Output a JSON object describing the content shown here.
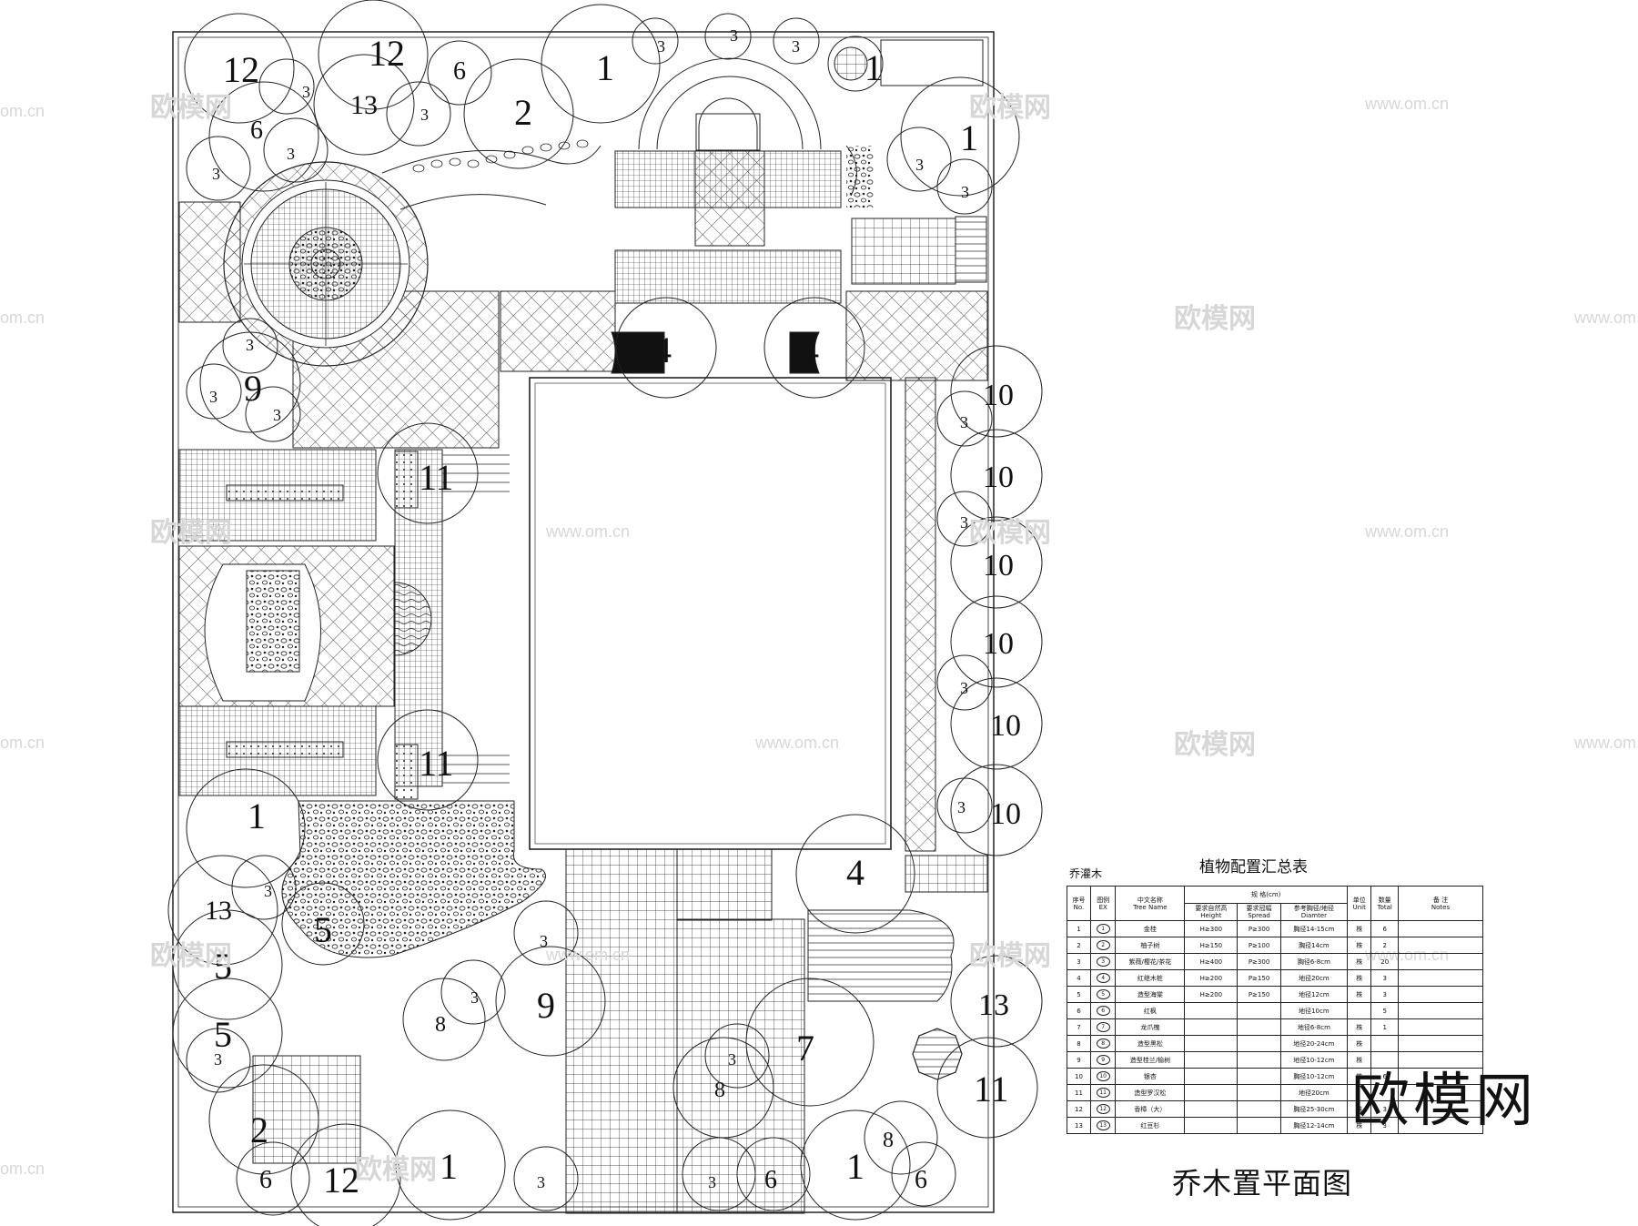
{
  "title_block": {
    "caption": "乔木置平面图",
    "schedule_title": "植物配置汇总表",
    "schedule_category": "乔灌木"
  },
  "schedule": {
    "headers": {
      "no": [
        "序号",
        "No."
      ],
      "ex": [
        "图例",
        "EX"
      ],
      "name": [
        "中文名称",
        "Tree Name"
      ],
      "spec_group": "规    格(cm)",
      "height": [
        "要求自然高",
        "Height"
      ],
      "spread": [
        "要求冠幅",
        "Spread"
      ],
      "diameter": [
        "参考胸径/地径",
        "Diamter"
      ],
      "unit": [
        "单位",
        "Unit"
      ],
      "total": [
        "数量",
        "Total"
      ],
      "notes": [
        "备 注",
        "Notes"
      ]
    },
    "rows": [
      {
        "no": "1",
        "ex": "1",
        "name": "金桂",
        "height": "H≥300",
        "spread": "P≥300",
        "diameter": "胸径14-15cm",
        "unit": "株",
        "total": "6",
        "notes": ""
      },
      {
        "no": "2",
        "ex": "2",
        "name": "柚子树",
        "height": "H≥150",
        "spread": "P≥100",
        "diameter": "胸径14cm",
        "unit": "株",
        "total": "2",
        "notes": ""
      },
      {
        "no": "3",
        "ex": "3",
        "name": "紫薇/樱花/茶花",
        "height": "H≥400",
        "spread": "P≥300",
        "diameter": "胸径6-8cm",
        "unit": "株",
        "total": "20",
        "notes": ""
      },
      {
        "no": "4",
        "ex": "4",
        "name": "红继木桩",
        "height": "H≥200",
        "spread": "P≥150",
        "diameter": "地径20cm",
        "unit": "株",
        "total": "3",
        "notes": ""
      },
      {
        "no": "5",
        "ex": "5",
        "name": "造型海棠",
        "height": "H≥200",
        "spread": "P≥150",
        "diameter": "地径12cm",
        "unit": "株",
        "total": "3",
        "notes": ""
      },
      {
        "no": "6",
        "ex": "6",
        "name": "红枫",
        "height": "",
        "spread": "",
        "diameter": "地径10cm",
        "unit": "",
        "total": "5",
        "notes": ""
      },
      {
        "no": "7",
        "ex": "7",
        "name": "龙爪槐",
        "height": "",
        "spread": "",
        "diameter": "地径6-8cm",
        "unit": "株",
        "total": "1",
        "notes": ""
      },
      {
        "no": "8",
        "ex": "8",
        "name": "造型黑松",
        "height": "",
        "spread": "",
        "diameter": "地径20-24cm",
        "unit": "株",
        "total": "",
        "notes": ""
      },
      {
        "no": "9",
        "ex": "9",
        "name": "造型桂兰/榆树",
        "height": "",
        "spread": "",
        "diameter": "地径10-12cm",
        "unit": "株",
        "total": "",
        "notes": ""
      },
      {
        "no": "10",
        "ex": "10",
        "name": "银杏",
        "height": "",
        "spread": "",
        "diameter": "胸径10-12cm",
        "unit": "株",
        "total": "6",
        "notes": ""
      },
      {
        "no": "11",
        "ex": "11",
        "name": "造型罗汉松",
        "height": "",
        "spread": "",
        "diameter": "地径20cm",
        "unit": "",
        "total": "",
        "notes": ""
      },
      {
        "no": "12",
        "ex": "12",
        "name": "香樟（大）",
        "height": "",
        "spread": "",
        "diameter": "胸径25-30cm",
        "unit": "株",
        "total": "3",
        "notes": ""
      },
      {
        "no": "13",
        "ex": "13",
        "name": "红豆杉",
        "height": "",
        "spread": "",
        "diameter": "胸径12-14cm",
        "unit": "株",
        "total": "3",
        "notes": ""
      }
    ]
  },
  "watermarks": {
    "url": "www.om.cn",
    "url_partial": "om.cn",
    "brand": "欧模网",
    "big_logo": "欧模网"
  },
  "tree_labels": {
    "t1": "1",
    "t2": "2",
    "t3": "3",
    "t4": "4",
    "t5": "5",
    "t6": "6",
    "t7": "7",
    "t8": "8",
    "t9": "9",
    "t10": "10",
    "t11": "11",
    "t12": "12",
    "t13": "13"
  }
}
